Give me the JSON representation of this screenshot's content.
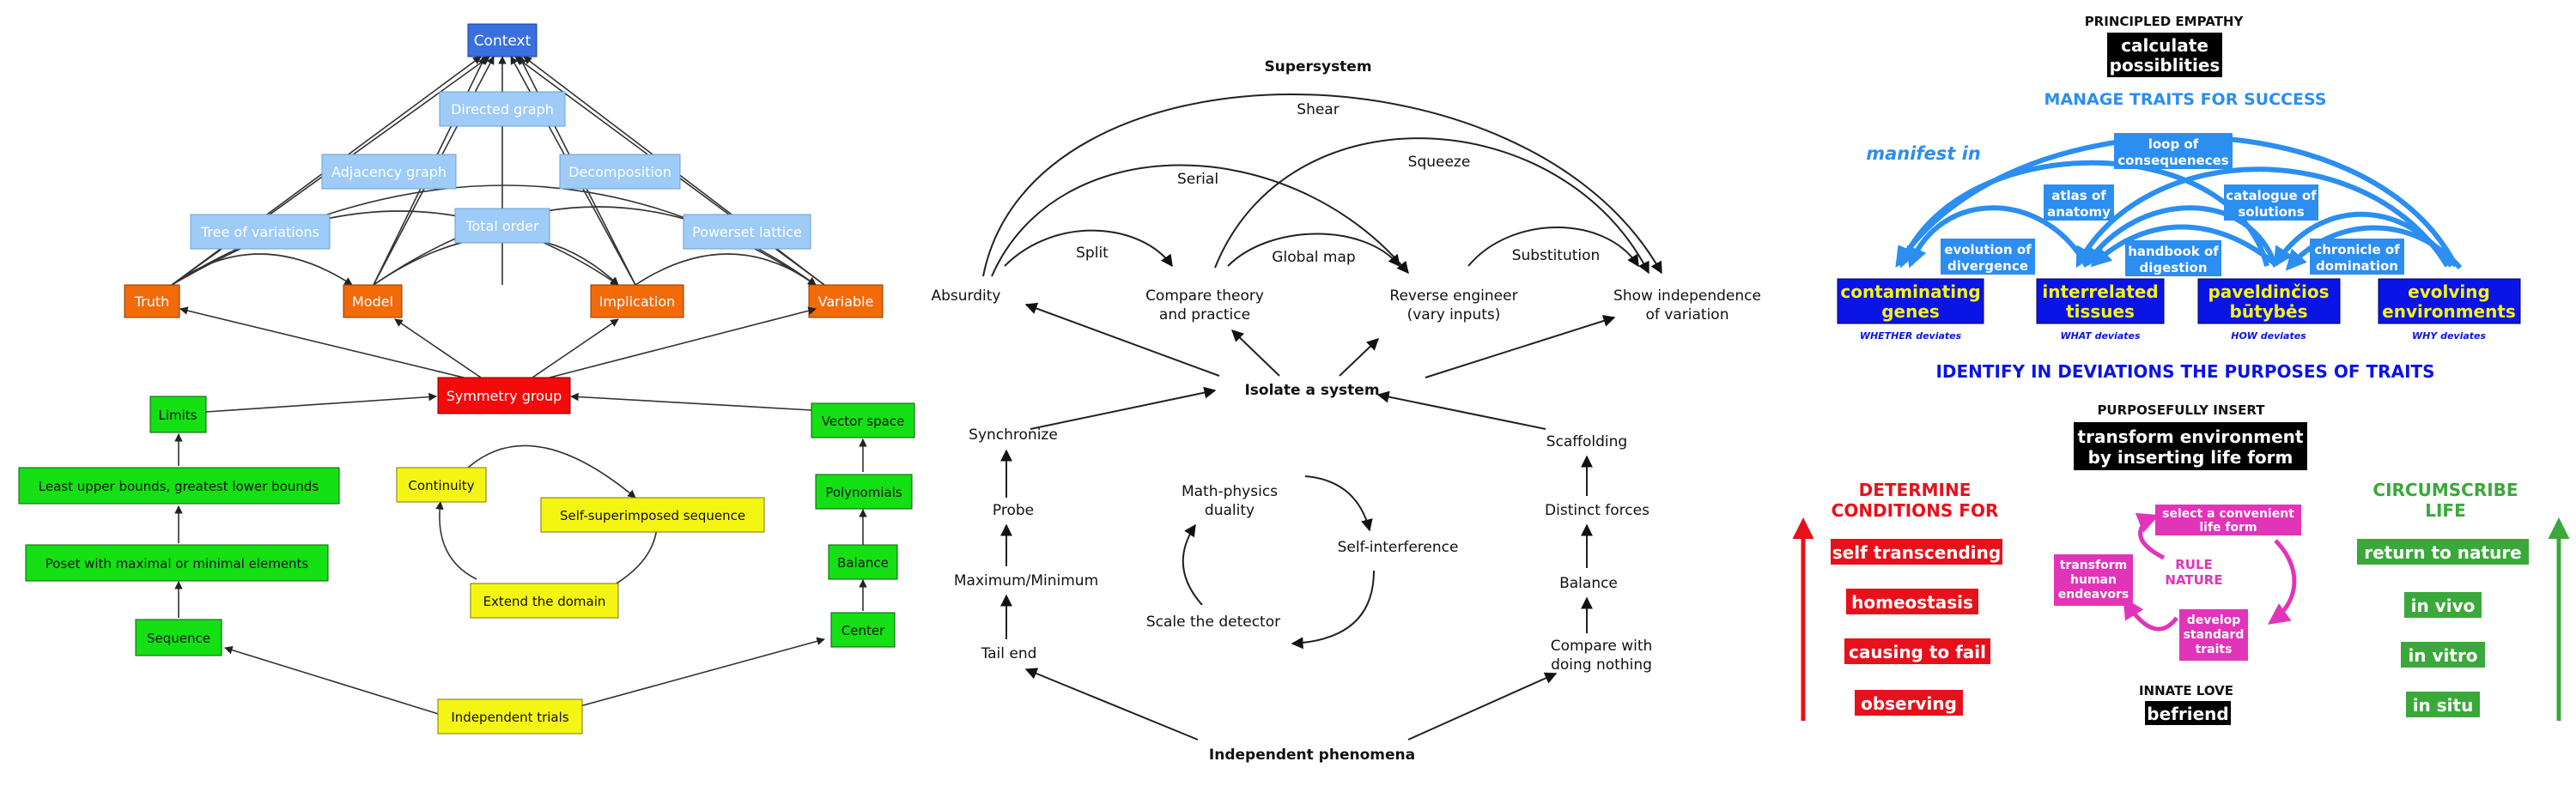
{
  "left": {
    "context": "Context",
    "directed_graph": "Directed graph",
    "adjacency_graph": "Adjacency graph",
    "decomposition": "Decomposition",
    "tree_of_variations": "Tree of variations",
    "total_order": "Total order",
    "powerset_lattice": "Powerset lattice",
    "truth": "Truth",
    "model": "Model",
    "implication": "Implication",
    "variable": "Variable",
    "symmetry_group": "Symmetry group",
    "limits": "Limits",
    "least_upper": "Least upper bounds, greatest lower bounds",
    "poset": "Poset with maximal or minimal elements",
    "sequence": "Sequence",
    "continuity": "Continuity",
    "self_superimposed": "Self-superimposed sequence",
    "extend_domain": "Extend the domain",
    "vector_space": "Vector space",
    "polynomials": "Polynomials",
    "balance": "Balance",
    "center": "Center",
    "independent_trials": "Independent trials"
  },
  "middle": {
    "supersystem": "Supersystem",
    "shear": "Shear",
    "serial": "Serial",
    "squeeze": "Squeeze",
    "split": "Split",
    "global_map": "Global map",
    "substitution": "Substitution",
    "absurdity": "Absurdity",
    "compare_theory_1": "Compare theory",
    "compare_theory_2": "and practice",
    "reverse_engineer_1": "Reverse engineer",
    "reverse_engineer_2": "(vary inputs)",
    "show_independence_1": "Show independence",
    "show_independence_2": "of variation",
    "isolate": "Isolate a system",
    "synchronize": "Synchronize",
    "probe": "Probe",
    "maximum_minimum": "Maximum/Minimum",
    "tail_end": "Tail end",
    "math_physics_1": "Math-physics",
    "math_physics_2": "duality",
    "self_interference": "Self-interference",
    "scale_detector": "Scale the detector",
    "scaffolding": "Scaffolding",
    "distinct_forces": "Distinct forces",
    "balance": "Balance",
    "compare_nothing_1": "Compare with",
    "compare_nothing_2": "doing nothing",
    "independent_phenomena": "Independent phenomena"
  },
  "right": {
    "principled_empathy": "PRINCIPLED EMPATHY",
    "calculate_1": "calculate",
    "calculate_2": "possiblities",
    "manage_traits": "MANAGE TRAITS FOR SUCCESS",
    "manifest_in": "manifest in",
    "loop_1": "loop of",
    "loop_2": "consequeneces",
    "atlas_1": "atlas of",
    "atlas_2": "anatomy",
    "catalogue_1": "catalogue of",
    "catalogue_2": "solutions",
    "evolution_1": "evolution of",
    "evolution_2": "divergence",
    "handbook_1": "handbook of",
    "handbook_2": "digestion",
    "chronicle_1": "chronicle of",
    "chronicle_2": "domination",
    "contaminating_1": "contaminating",
    "contaminating_2": "genes",
    "interrelated_1": "interrelated",
    "interrelated_2": "tissues",
    "paveldincios_1": "paveldinčios",
    "paveldincios_2": "būtybės",
    "evolving_1": "evolving",
    "evolving_2": "environments",
    "whether_deviates": "WHETHER deviates",
    "what_deviates": "WHAT deviates",
    "how_deviates": "HOW deviates",
    "why_deviates": "WHY deviates",
    "identify": "IDENTIFY IN DEVIATIONS THE PURPOSES OF TRAITS",
    "purposefully_insert": "PURPOSEFULLY INSERT",
    "transform_env_1": "transform environment",
    "transform_env_2": "by inserting life form",
    "determine_1": "DETERMINE",
    "determine_2": "CONDITIONS FOR",
    "self_transcending": "self transcending",
    "homeostasis": "homeostasis",
    "causing_to_fail": "causing to fail",
    "observing": "observing",
    "select_convenient_1": "select a convenient",
    "select_convenient_2": "life form",
    "transform_human_1": "transform",
    "transform_human_2": "human",
    "transform_human_3": "endeavors",
    "rule": "RULE",
    "nature": "NATURE",
    "develop_1": "develop",
    "develop_2": "standard",
    "develop_3": "traits",
    "innate_love": "INNATE LOVE",
    "befriend": "befriend",
    "circumscribe_1": "CIRCUMSCRIBE",
    "circumscribe_2": "LIFE",
    "return_to_nature": "return to nature",
    "in_vivo": "in vivo",
    "in_vitro": "in vitro",
    "in_situ": "in situ"
  }
}
